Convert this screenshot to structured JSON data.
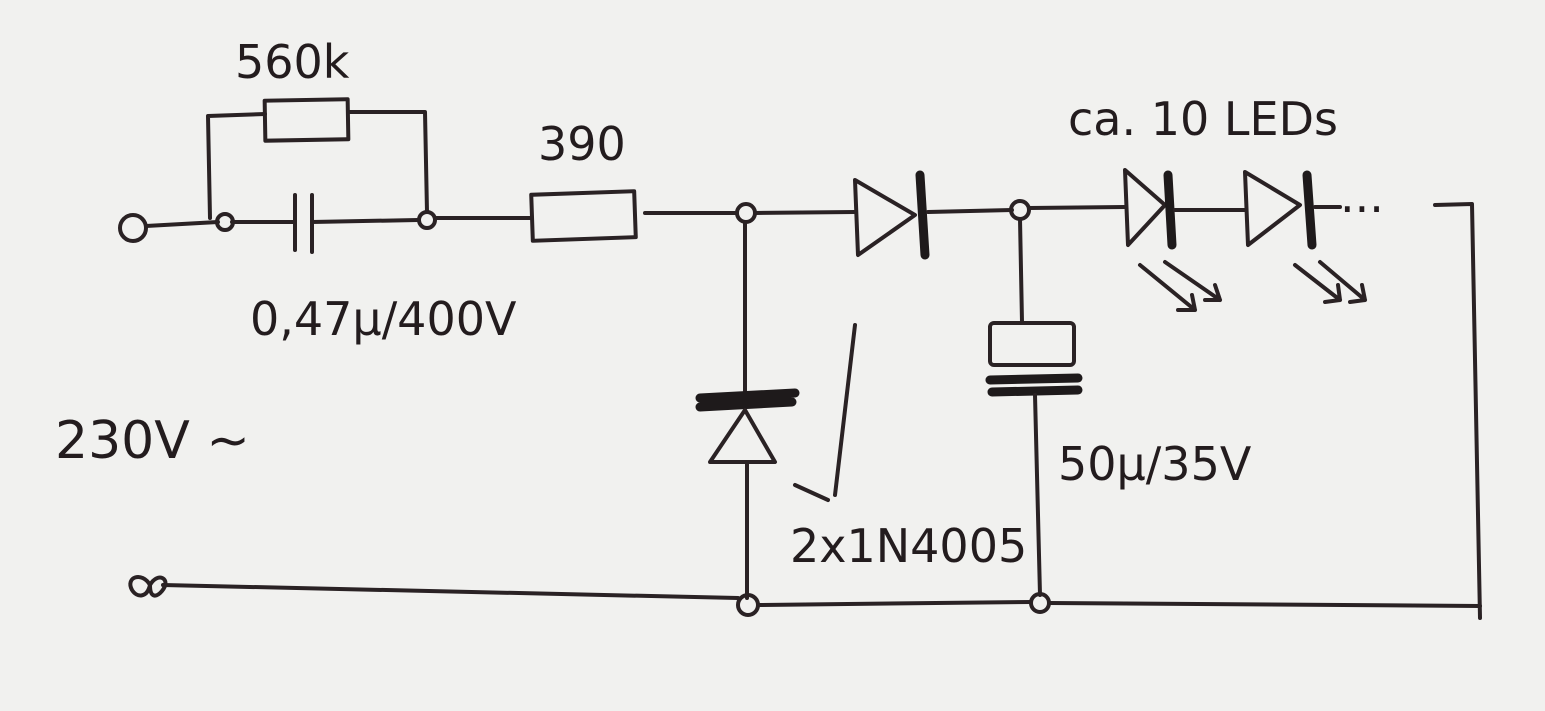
{
  "title": "LED capacitive power supply schematic (hand-drawn)",
  "labels": {
    "r_parallel": "560k",
    "r_series": "390",
    "c_series": "0,47µ/400V",
    "supply": "230V ~",
    "diodes": "2x1N4005",
    "c_filter": "50µ/35V",
    "leds": "ca. 10 LEDs",
    "continuation": "..."
  },
  "colors": {
    "ink": "#2a2224",
    "paper": "#f1f1ef"
  }
}
